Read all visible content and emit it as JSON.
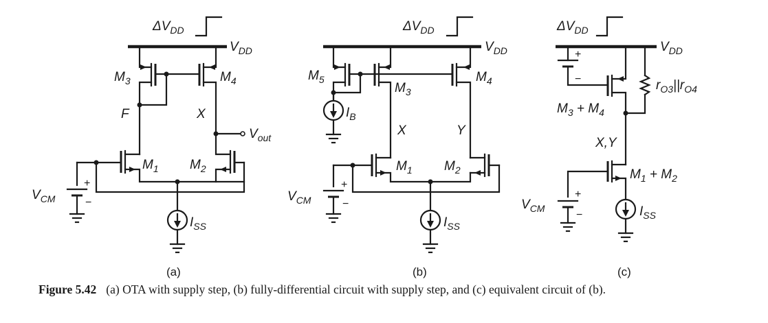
{
  "labels": {
    "dvdd": "ΔV",
    "dvdd_sub": "DD",
    "vdd": "V",
    "vdd_sub": "DD",
    "m1": "M",
    "m2": "M",
    "m3": "M",
    "m4": "M",
    "m5": "M",
    "sub1": "1",
    "sub2": "2",
    "sub3": "3",
    "sub4": "4",
    "sub5": "5",
    "node_f": "F",
    "node_x": "X",
    "node_y": "Y",
    "vout": "V",
    "vout_sub": "out",
    "vcm": "V",
    "vcm_sub": "CM",
    "iss": "I",
    "iss_sub": "SS",
    "ib": "I",
    "ib_sub": "B",
    "m3m4": "M",
    "plus": "+",
    "minus": "−",
    "r": "r",
    "ro3_sub": "O3",
    "ro4_sub": "O4",
    "par": "||",
    "xy": "X,Y",
    "m1m2": "M"
  },
  "subfigures": [
    "(a)",
    "(b)",
    "(c)"
  ],
  "caption": {
    "number": "Figure 5.42",
    "text": "(a) OTA with supply step, (b) fully-differential circuit with supply step, and (c) equivalent circuit of (b)."
  }
}
